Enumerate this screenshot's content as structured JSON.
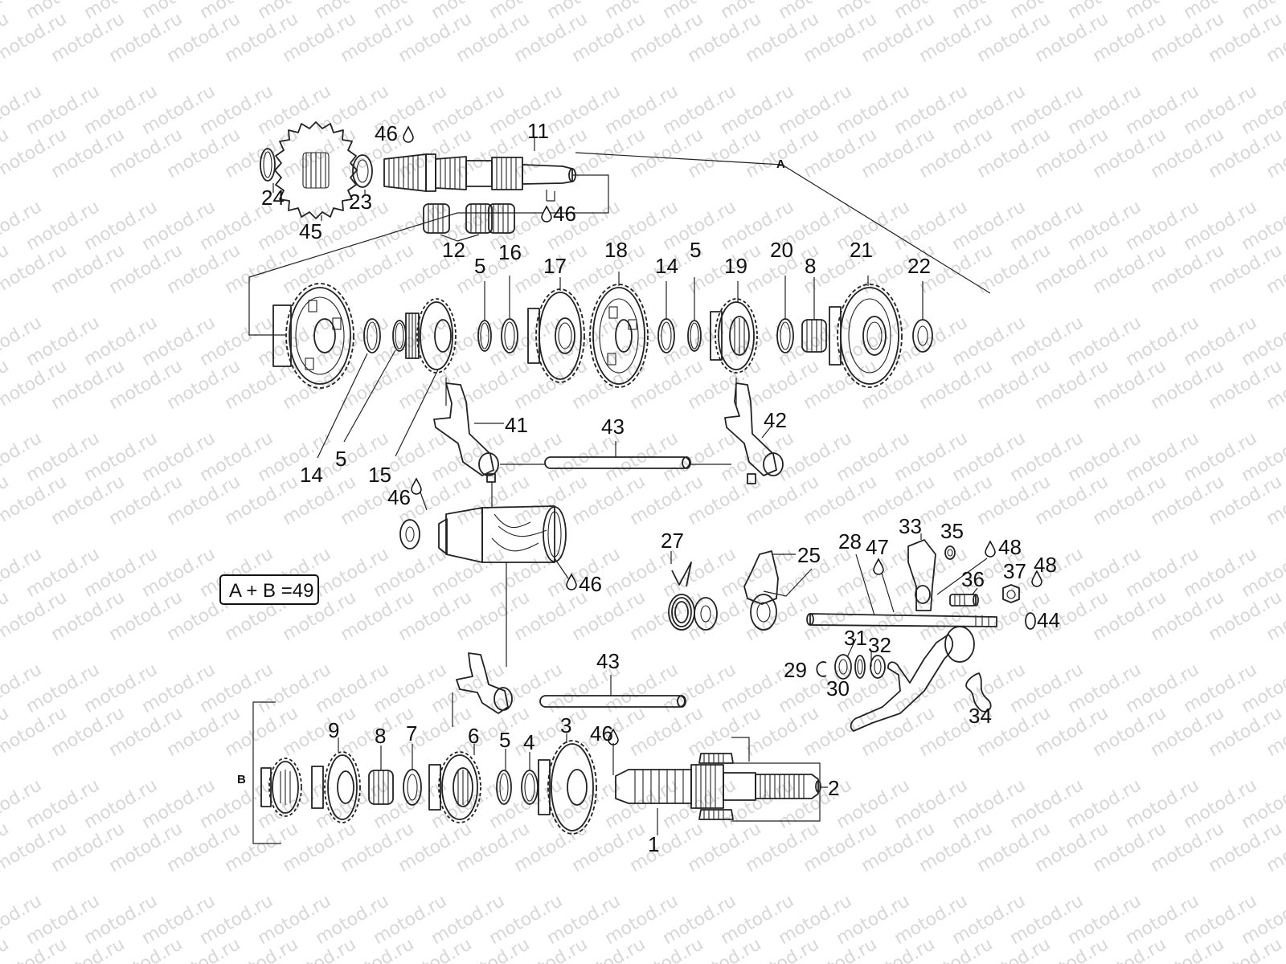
{
  "watermark": {
    "text": "motod.ru"
  },
  "labels": {
    "p1": "1",
    "p2": "2",
    "p3": "3",
    "p4": "4",
    "p5": "5",
    "p6": "6",
    "p7": "7",
    "p8": "8",
    "p9": "9",
    "p11": "11",
    "p12": "12",
    "p14": "14",
    "p15": "15",
    "p16": "16",
    "p17": "17",
    "p18": "18",
    "p19": "19",
    "p20": "20",
    "p21": "21",
    "p22": "22",
    "p23": "23",
    "p24": "24",
    "p25": "25",
    "p27": "27",
    "p28": "28",
    "p29": "29",
    "p30": "30",
    "p31": "31",
    "p32": "32",
    "p33": "33",
    "p34": "34",
    "p35": "35",
    "p36": "36",
    "p37": "37",
    "p41": "41",
    "p42": "42",
    "p43": "43",
    "p44": "44",
    "p45": "45",
    "p46": "46",
    "p47": "47",
    "p48": "48"
  },
  "group_labels": {
    "a": "A",
    "b": "B"
  },
  "formula": {
    "text": "A + B =49"
  }
}
